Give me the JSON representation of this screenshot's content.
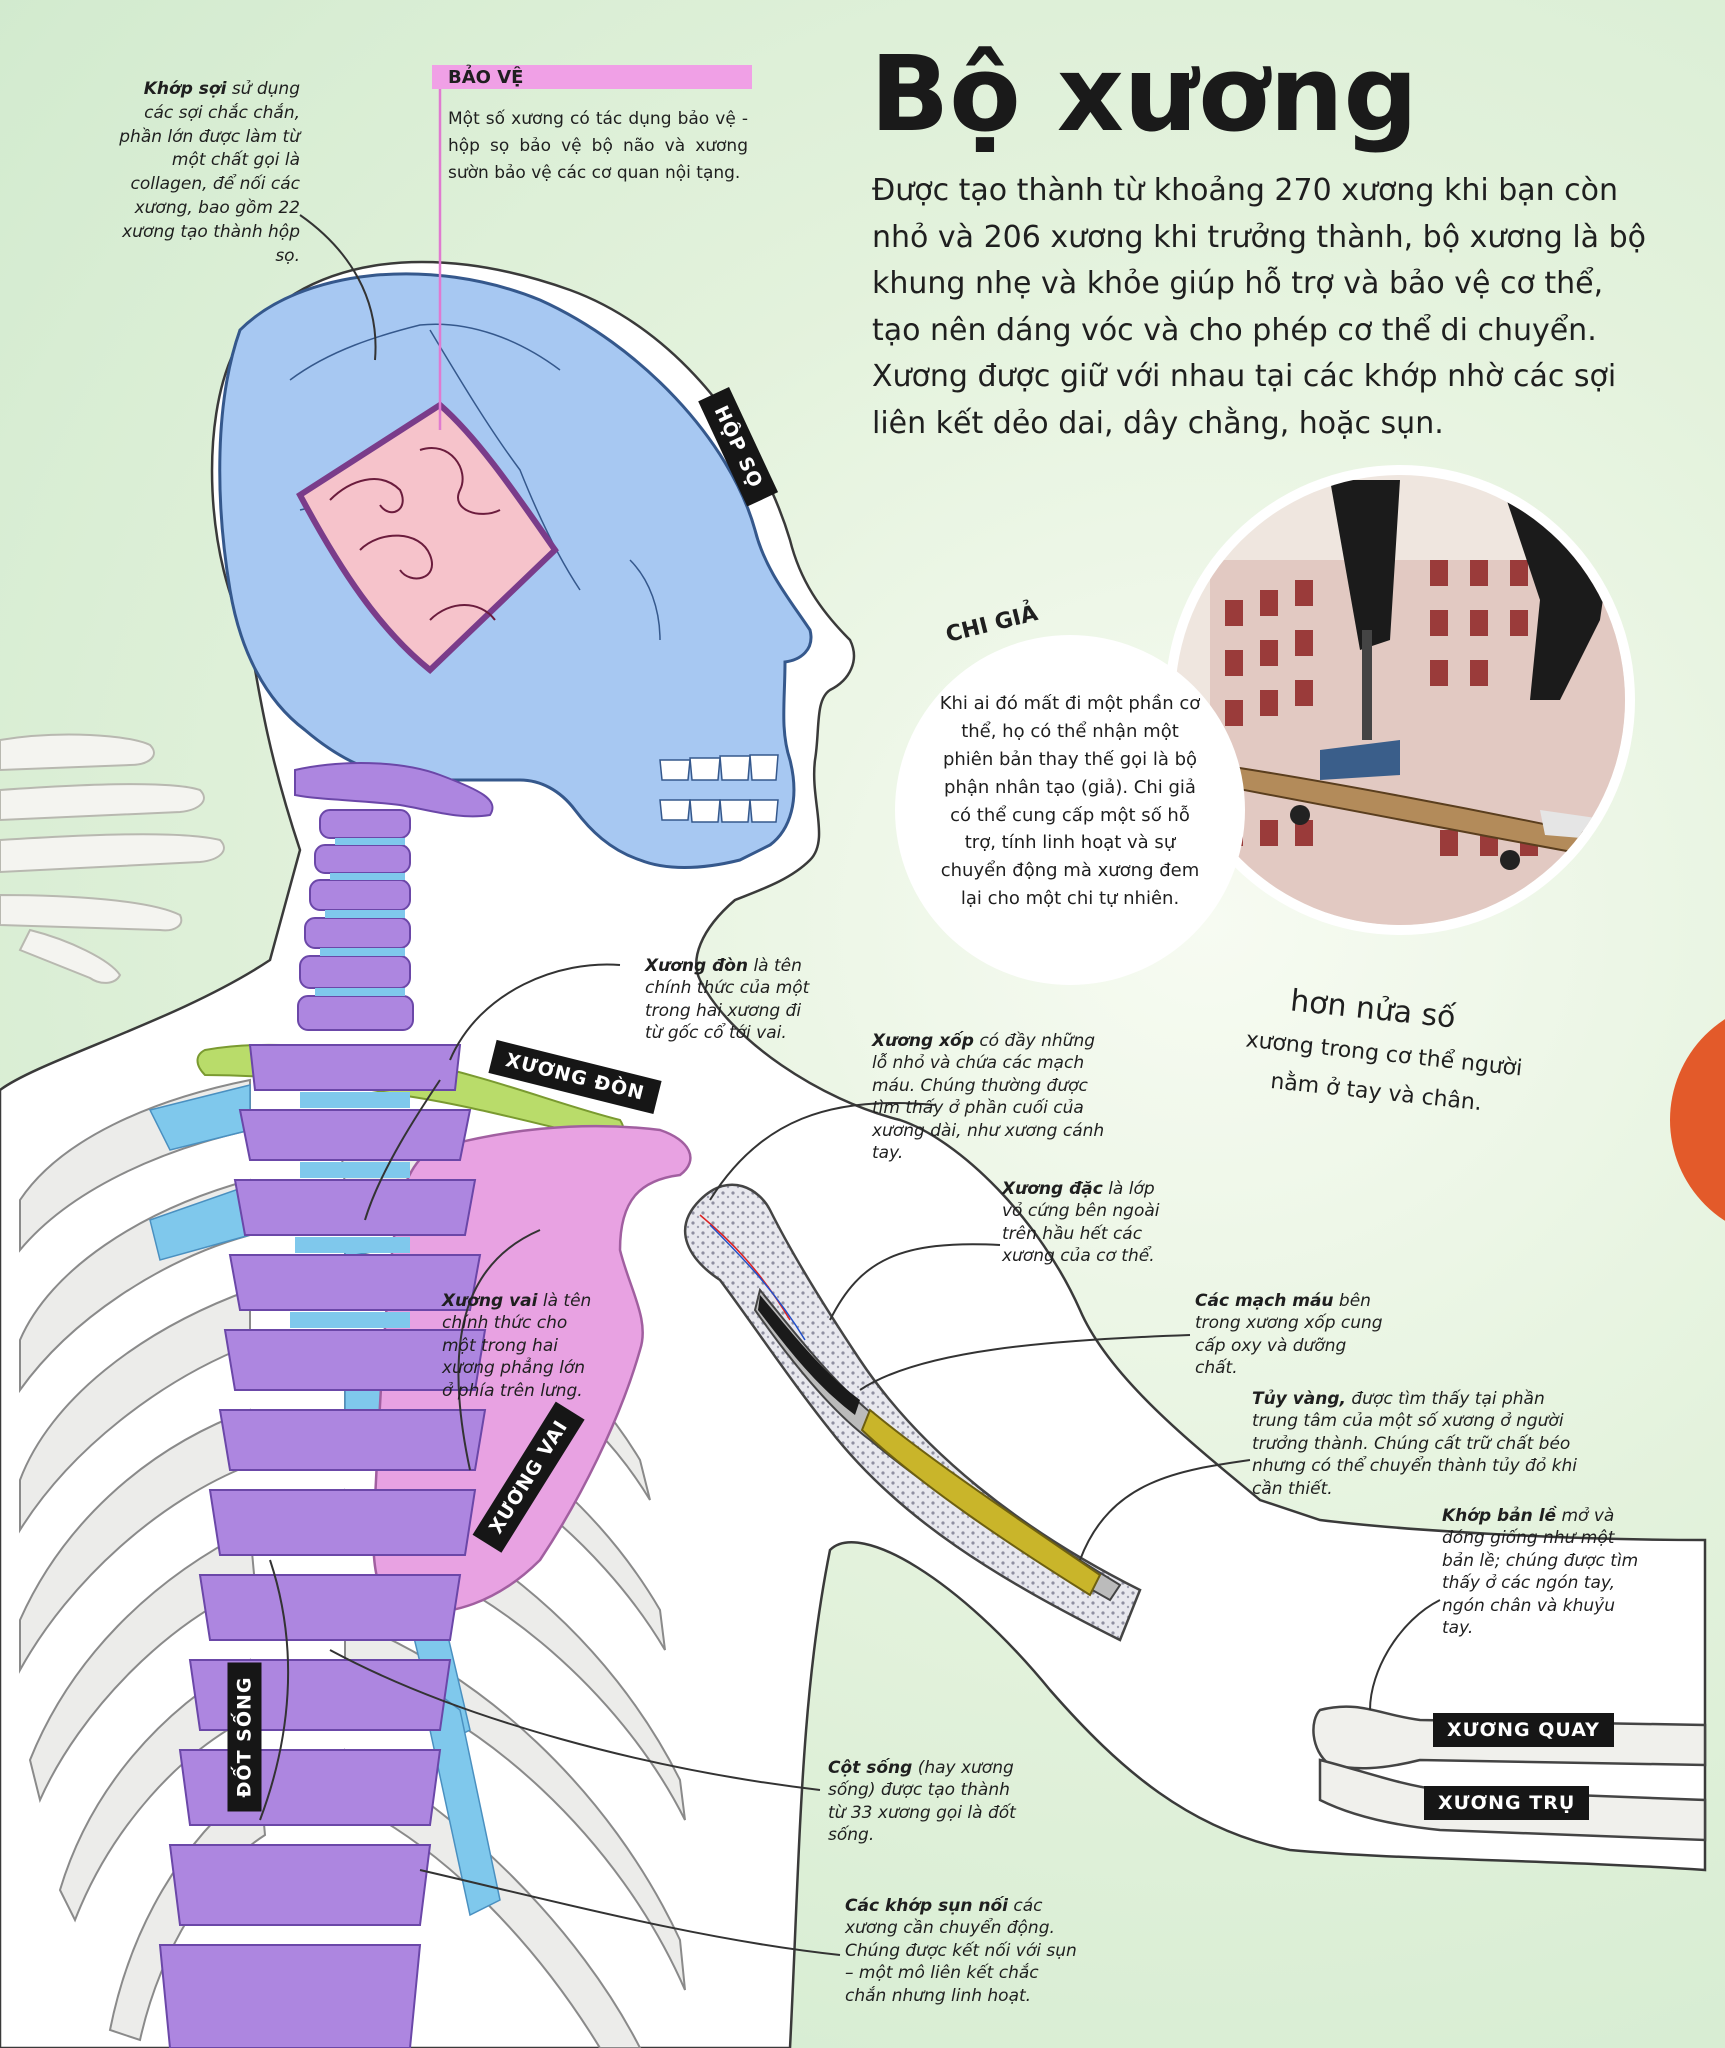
{
  "title": "Bộ xương",
  "intro": "Được tạo thành từ khoảng 270 xương khi bạn còn nhỏ và 206 xương khi trưởng thành, bộ xương là bộ khung nhẹ và khỏe giúp hỗ trợ và bảo vệ cơ thể, tạo nên dáng vóc và cho phép cơ thể di chuyển. Xương được giữ với nhau tại các khớp nhờ các sợi liên kết dẻo dai, dây chằng, hoặc sụn.",
  "protect": {
    "heading": "BẢO VỆ",
    "text": "Một số xương có tác dụng bảo vệ - hộp sọ bảo vệ bộ não và xương sườn bảo vệ các cơ quan nội tạng."
  },
  "prosthesis": {
    "heading": "CHI GIẢ",
    "text": "Khi ai đó mất đi một phần cơ thể, họ có thể nhận một phiên bản thay thế gọi là bộ phận nhân tạo (giả). Chi giả có thể cung cấp một số hỗ trợ, tính linh hoạt và sự chuyển động mà xương đem lại cho một chi tự nhiên."
  },
  "fact": {
    "line1": "hơn nửa số",
    "line2": "xương trong cơ thể người",
    "line3": "nằm ở tay và chân."
  },
  "labels": {
    "skull": "HỘP SỌ",
    "clavicle": "XƯƠNG ĐÒN",
    "scapula": "XƯƠNG VAI",
    "vertebra": "ĐỐT SỐNG",
    "radius": "XƯƠNG QUAY",
    "ulna": "XƯƠNG TRỤ"
  },
  "notes": {
    "fibrous": {
      "term": "Khớp sợi",
      "text": "sử dụng các sợi chắc chắn, phần lớn được làm từ một chất gọi là collagen, để nối các xương, bao gồm 22 xương tạo thành hộp sọ."
    },
    "clavicle": {
      "term": "Xương đòn",
      "text": "là tên chính thức của một trong hai xương đi từ gốc cổ tới vai."
    },
    "spongy": {
      "term": "Xương xốp",
      "text": "có đầy những lỗ nhỏ và chứa các mạch máu. Chúng thường được tìm thấy ở phần cuối của xương dài, như xương cánh tay."
    },
    "compact": {
      "term": "Xương đặc",
      "text": "là lớp vỏ cứng bên ngoài trên hầu hết các xương của cơ thể."
    },
    "vessels": {
      "term": "Các mạch máu",
      "text": "bên trong xương xốp cung cấp oxy và dưỡng chất."
    },
    "marrow": {
      "term": "Tủy vàng,",
      "text": "được tìm thấy tại phần trung tâm của một số xương ở người trưởng thành. Chúng cất trữ chất béo nhưng có thể chuyển thành tủy đỏ khi cần thiết."
    },
    "hinge": {
      "term": "Khớp bản lề",
      "text": "mở và đóng giống như một bản lề; chúng được tìm thấy ở các ngón tay, ngón chân và khuỷu tay."
    },
    "scapula": {
      "term": "Xương vai",
      "text": "là tên chính thức cho một trong hai xương phẳng lớn ở phía trên lưng."
    },
    "spine": {
      "term": "Cột sống",
      "text": "(hay xương sống) được tạo thành từ 33 xương gọi là đốt sống."
    },
    "cartilage": {
      "term": "Các khớp sụn nối",
      "text": "các xương cần chuyển động. Chúng được kết nối với sụn – một mô liên kết chắc chắn nhưng linh hoạt."
    }
  }
}
